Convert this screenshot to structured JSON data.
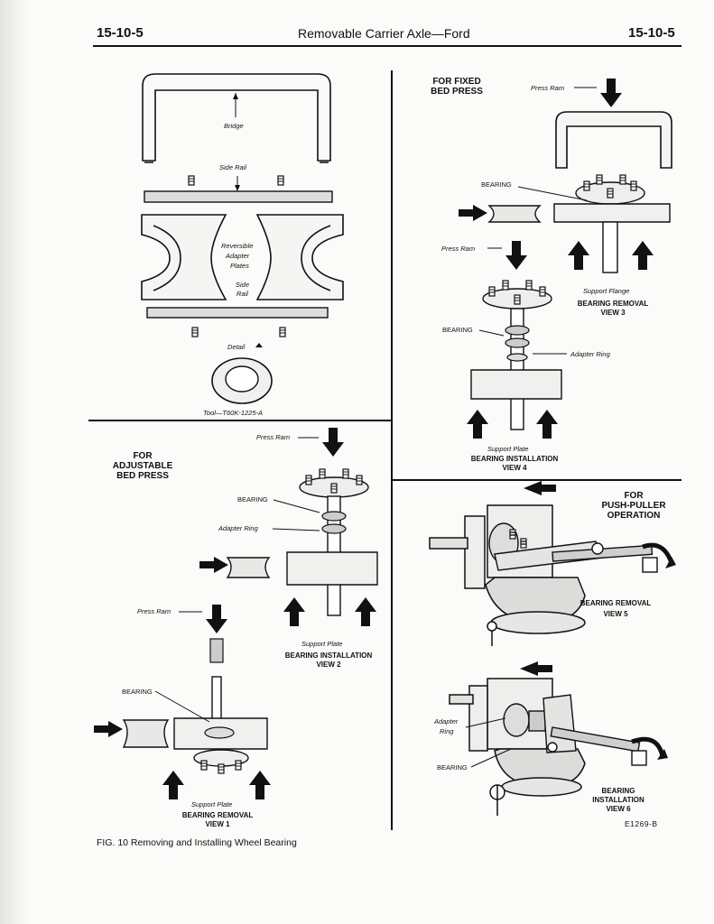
{
  "header": {
    "left_page": "15-10-5",
    "title": "Removable Carrier Axle—Ford",
    "right_page": "15-10-5"
  },
  "tool_detail": {
    "bridge": "Bridge",
    "side_rail_top": "Side Rail",
    "adapter_plates_1": "Reversible",
    "adapter_plates_2": "Adapter",
    "adapter_plates_3": "Plates",
    "side_rail_bottom_1": "Side",
    "side_rail_bottom_2": "Rail",
    "detail": "Detail",
    "tool_number": "Tool—T60K-1225-A"
  },
  "fixed_press": {
    "heading_1": "FOR FIXED",
    "heading_2": "BED PRESS"
  },
  "view3": {
    "press_ram": "Press Ram",
    "bearing": "BEARING",
    "support_flange": "Support Flange",
    "caption_1": "BEARING REMOVAL",
    "caption_2": "VIEW 3"
  },
  "view4": {
    "press_ram": "Press Ram",
    "bearing": "BEARING",
    "adapter_ring": "Adapter Ring",
    "support_plate": "Support Plate",
    "caption_1": "BEARING INSTALLATION",
    "caption_2": "VIEW 4"
  },
  "adjustable_press": {
    "heading_1": "FOR",
    "heading_2": "ADJUSTABLE",
    "heading_3": "BED PRESS"
  },
  "view2": {
    "press_ram": "Press Ram",
    "bearing": "BEARING",
    "adapter_ring": "Adapter Ring",
    "support_plate": "Support Plate",
    "caption_1": "BEARING INSTALLATION",
    "caption_2": "VIEW 2"
  },
  "view1": {
    "press_ram": "Press Ram",
    "bearing": "BEARING",
    "support_plate": "Support Plate",
    "caption_1": "BEARING REMOVAL",
    "caption_2": "VIEW 1"
  },
  "push_puller": {
    "heading_1": "FOR",
    "heading_2": "PUSH-PULLER",
    "heading_3": "OPERATION"
  },
  "view5": {
    "caption_1": "BEARING REMOVAL",
    "caption_2": "VIEW 5"
  },
  "view6": {
    "adapter_ring_1": "Adapter",
    "adapter_ring_2": "Ring",
    "bearing": "BEARING",
    "caption_1": "BEARING",
    "caption_2": "INSTALLATION",
    "caption_3": "VIEW 6"
  },
  "figure": {
    "caption": "FIG. 10 Removing and Installing Wheel Bearing",
    "code": "E1269-B"
  }
}
